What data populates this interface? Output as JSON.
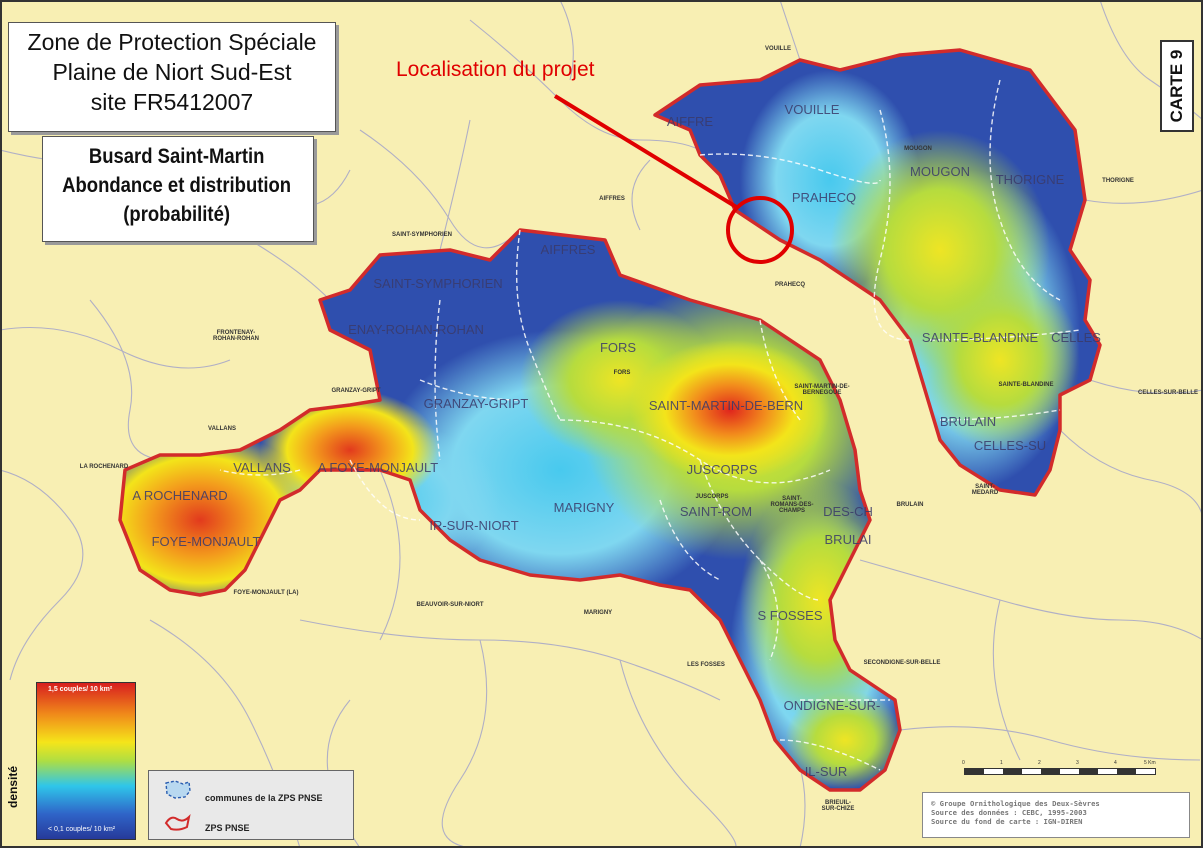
{
  "title_box": {
    "line1": "Zone de Protection Spéciale",
    "line2": "Plaine de Niort Sud-Est",
    "line3": "site FR5412007"
  },
  "species_box": {
    "line1": "Busard Saint-Martin",
    "line2": "Abondance et distribution",
    "line3": "(probabilité)"
  },
  "map_number": "CARTE 9",
  "project_label": "Localisation du projet",
  "legend": {
    "axis_label": "densité",
    "top_value": "1,5 couples/ 10 km²",
    "bottom_value": "< 0,1 couples/ 10 km²",
    "communes_label": "communes de la ZPS PNSE",
    "zps_label": "ZPS PNSE",
    "gradient_colors": [
      "#d81f1f",
      "#f08a1a",
      "#f5e51a",
      "#aede43",
      "#2fc6ea",
      "#2f64c8",
      "#263a9a"
    ]
  },
  "scale_bar": {
    "ticks": [
      "0",
      "1",
      "2",
      "3",
      "4",
      "5 Km"
    ]
  },
  "credits": [
    "© Groupe Ornithologique des Deux-Sèvres",
    "Source des données : CEBC, 1995-2003",
    "Source du fond de carte : IGN-DIREN"
  ],
  "small_labels": [
    "VOUILLE",
    "MOUGON",
    "AIFFRES",
    "THORIGNE",
    "SAINT-SYMPHORIEN",
    "PRAHECQ",
    "FRONTENAY-ROHAN-ROHAN",
    "GRANZAY-GRIPT",
    "FORS",
    "SAINT-MARTIN-DE-BERNEGOUE",
    "SAINTE-BLANDINE",
    "CELLES-SUR-BELLE",
    "VALLANS",
    "LA ROCHENARD",
    "JUSCORPS",
    "SAINT-ROMANS-DES-CHAMPS",
    "BRULAIN",
    "SAINT-MEDARD",
    "FOYE-MONJAULT (LA)",
    "BEAUVOIR-SUR-NIORT",
    "MARIGNY",
    "LES FOSSES",
    "SECONDIGNE-SUR-BELLE",
    "BRIEUIL-SUR-CHIZE"
  ],
  "zone_labels": [
    "VOUILLE",
    "AIFFRE",
    "PRAHECQ",
    "MOUGON",
    "THORIGNE",
    "AIFFRES",
    "SAINT-SYMPHORIEN",
    "ENAY-ROHAN-ROHAN",
    "FORS",
    "SAINT-MARTIN-DE-BERN",
    "SAINTE-BLANDINE",
    "CELLES",
    "BRULAIN",
    "CELLES-SU",
    "JUSCORPS",
    "GRANZAY-GRIPT",
    "VALLANS",
    "A FOYE-MONJAULT",
    "A ROCHENARD",
    "FOYE-MONJAULT",
    "MARIGNY",
    "IR-SUR-NIORT",
    "SAINT-ROM",
    "DES-CH",
    "BRULAI",
    "S FOSSES",
    "ONDIGNE-SUR-",
    "IL-SUR"
  ]
}
